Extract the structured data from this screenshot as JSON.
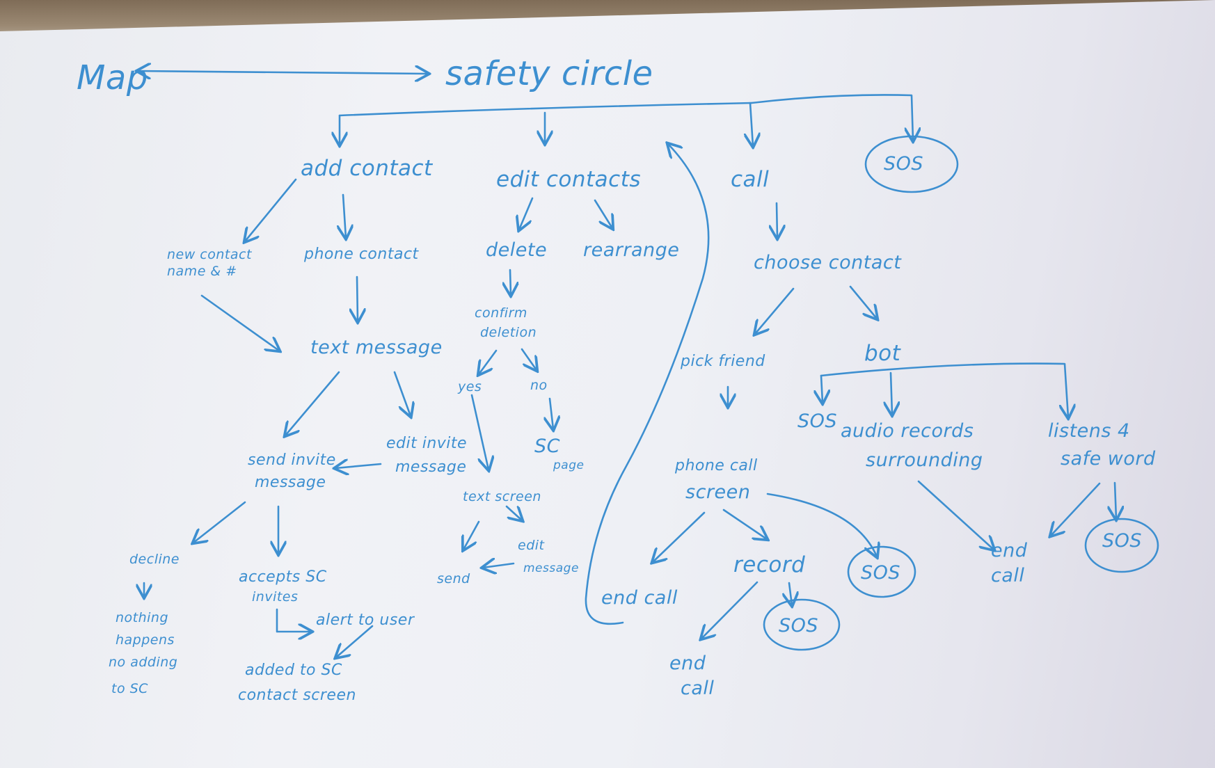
{
  "diagram": {
    "map": "Map",
    "root": "safety circle",
    "branches": {
      "add_contact": "add contact",
      "edit_contacts": "edit contacts",
      "call": "call",
      "sos_top": "SOS"
    },
    "add_contact": {
      "new_contact_line1": "new contact",
      "new_contact_line2": "name & #",
      "phone_contact": "phone contact",
      "text_message": "text message",
      "send_invite_line1": "send invite",
      "send_invite_line2": "message",
      "edit_invite_line1": "edit invite",
      "edit_invite_line2": "message",
      "decline": "decline",
      "nothing_line1": "nothing",
      "nothing_line2": "happens",
      "nothing_line3": "no adding",
      "nothing_line4": "to SC",
      "accepts_line1": "accepts SC",
      "accepts_line2": "invites",
      "alert": "alert to user",
      "added_line1": "added to SC",
      "added_line2": "contact screen"
    },
    "edit_contacts": {
      "delete": "delete",
      "rearrange": "rearrange",
      "confirm_line1": "confirm",
      "confirm_line2": "deletion",
      "yes": "yes",
      "no": "no",
      "sc_line1": "SC",
      "sc_line2": "page",
      "text_screen": "text screen",
      "send": "send",
      "edit_msg_line1": "edit",
      "edit_msg_line2": "message"
    },
    "call": {
      "choose_contact": "choose contact",
      "pick_friend": "pick friend",
      "bot": "bot",
      "phone_call_line1": "phone call",
      "phone_call_line2": "screen",
      "end_call": "end call",
      "record": "record",
      "end_call_2_line1": "end",
      "end_call_2_line2": "call",
      "sos_record": "SOS",
      "sos_phone": "SOS",
      "sos_bot": "SOS",
      "audio_line1": "audio records",
      "audio_line2": "surrounding",
      "listens_line1": "listens 4",
      "listens_line2": "safe word",
      "end_call_3_line1": "end",
      "end_call_3_line2": "call",
      "sos_listens": "SOS"
    }
  }
}
